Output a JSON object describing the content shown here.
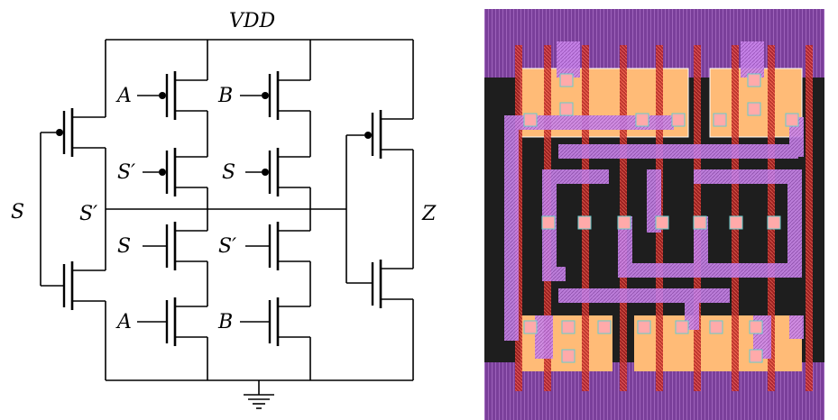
{
  "schematic": {
    "labels": {
      "vdd": "VDD",
      "z": "Z",
      "s_left": "S",
      "s_prime_mid": "S′",
      "pmos_a": "A",
      "pmos_b": "B",
      "pmos_s_prime": "S′",
      "pmos_s": "S",
      "nmos_s": "S",
      "nmos_s_prime": "S′",
      "nmos_a": "A",
      "nmos_b": "B"
    }
  },
  "layout": {
    "colors": {
      "background": "#1e1e1e",
      "metal": "#cc88ee",
      "diffusion": "#ffbb77",
      "poly": "#cc2222",
      "rail": "#8844aa",
      "contact": "#66cccc"
    }
  }
}
